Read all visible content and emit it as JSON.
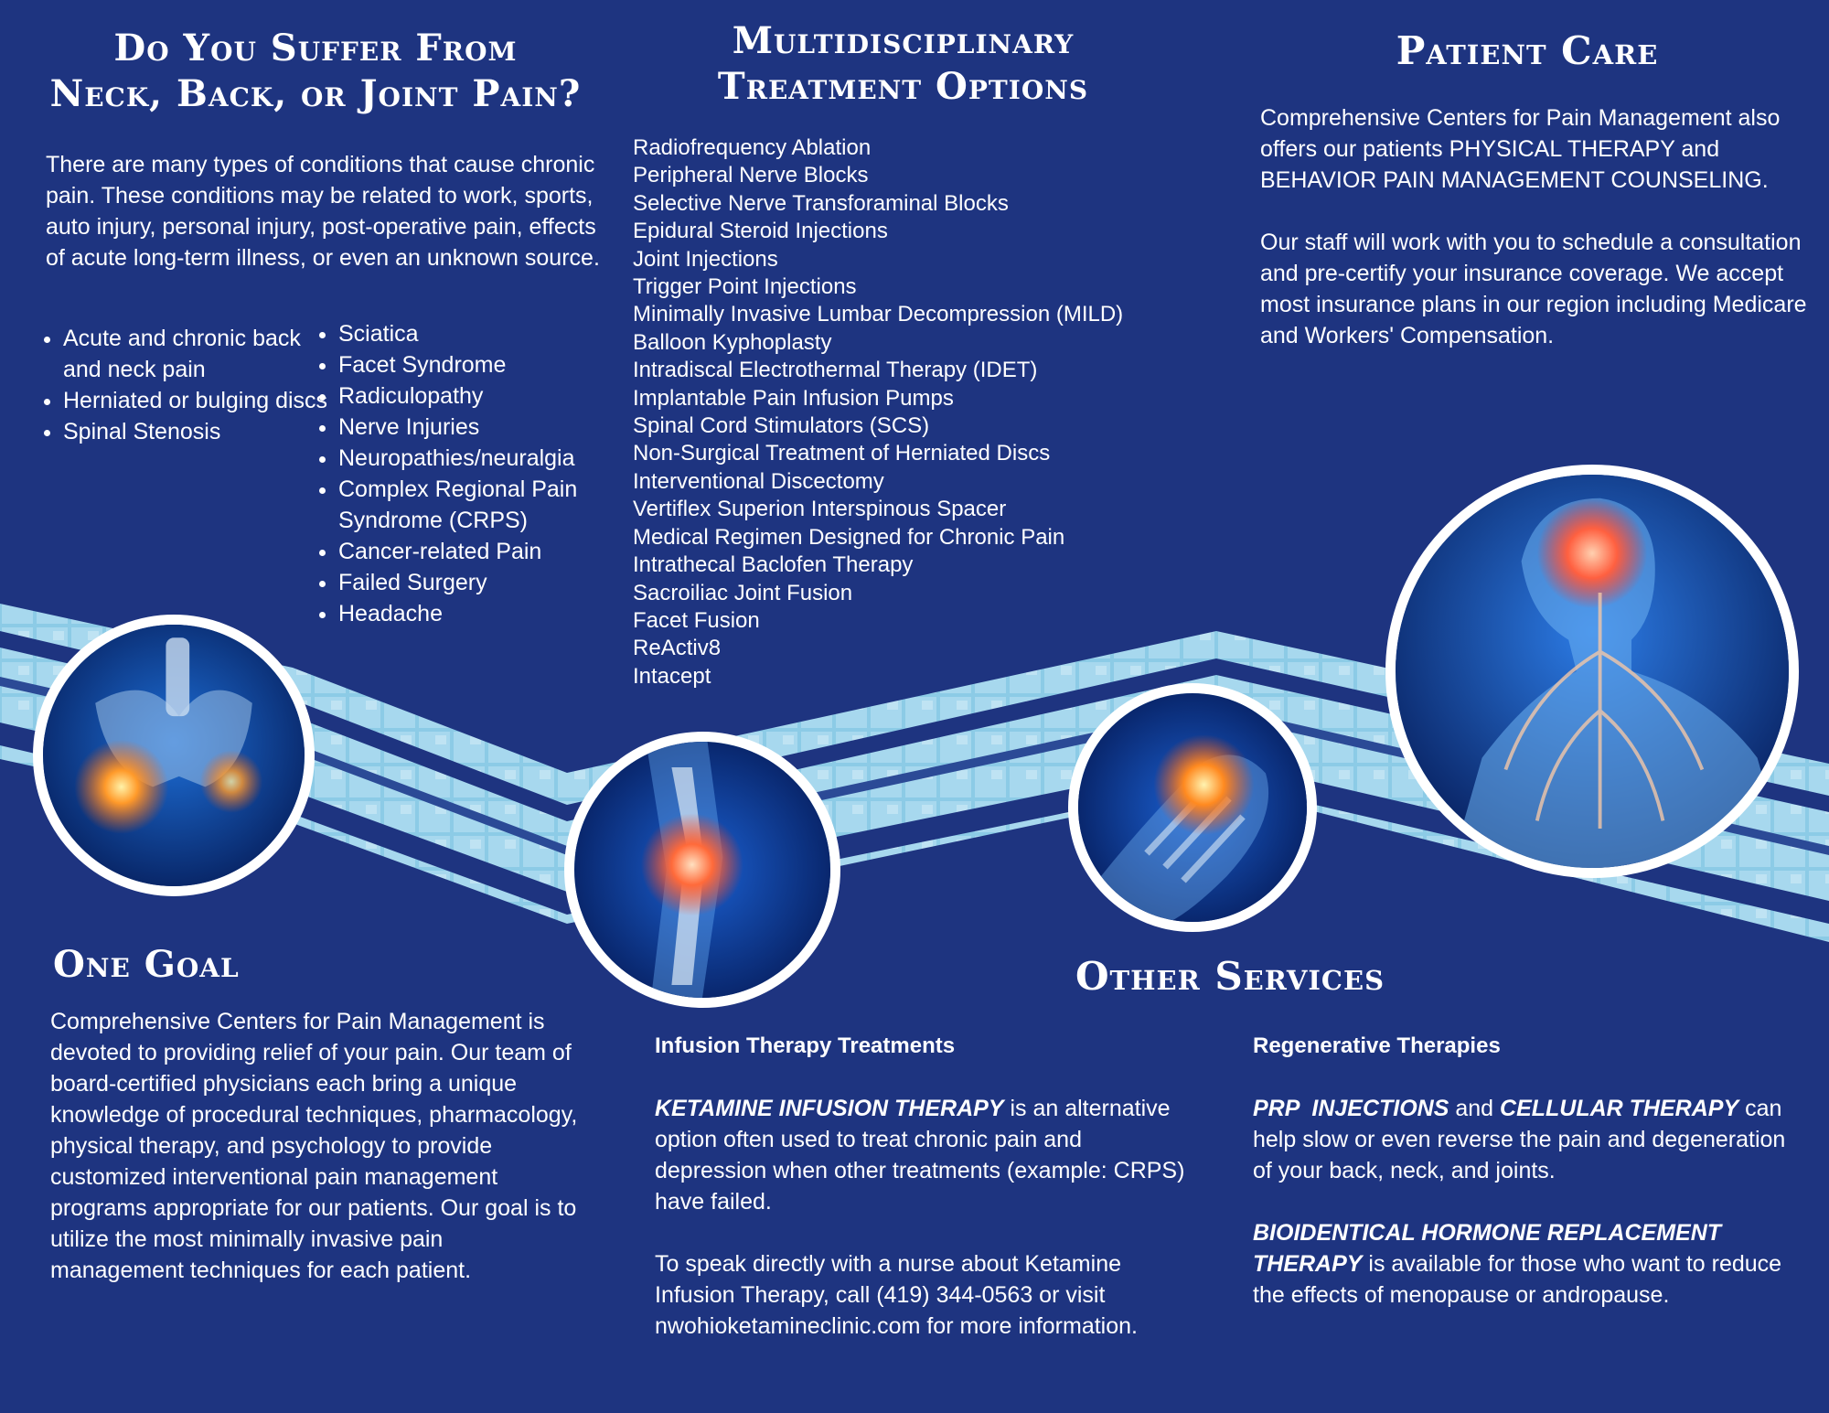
{
  "colors": {
    "background": "#1e3480",
    "band_light": "#9fd3ea",
    "band_deep": "#5bb8de",
    "text": "#ffffff"
  },
  "left": {
    "title_line1": "Do You Suffer From",
    "title_line2": "Neck, Back, or Joint Pain?",
    "intro": "There are many types of conditions that cause chronic pain. These conditions may be related to work, sports, auto injury, personal injury, post-operative pain, effects of acute long-term illness, or even an unknown source.",
    "conditions_col1": [
      "Acute and chronic back and neck pain",
      "Herniated or bulging discs",
      "Spinal Stenosis"
    ],
    "conditions_col2": [
      "Sciatica",
      "Facet Syndrome",
      "Radiculopathy",
      "Nerve Injuries",
      "Neuropathies/neuralgia",
      "Complex Regional Pain Syndrome (CRPS)",
      "Cancer-related Pain",
      "Failed Surgery",
      "Headache"
    ],
    "goal_title": "One Goal",
    "goal_text": "Comprehensive Centers for Pain Management is devoted to providing relief of your pain. Our team of board-certified physicians each bring a unique knowledge of procedural techniques, pharmacology, physical therapy, and psychology to provide customized interventional pain management programs appropriate for our patients. Our goal is to utilize the most minimally invasive pain management techniques for each patient."
  },
  "middle": {
    "title_line1": "Multidisciplinary",
    "title_line2": "Treatment Options",
    "treatments": [
      "Radiofrequency Ablation",
      "Peripheral Nerve Blocks",
      "Selective Nerve Transforaminal Blocks",
      "Epidural Steroid Injections",
      "Joint Injections",
      "Trigger Point Injections",
      "Minimally Invasive Lumbar Decompression (MILD)",
      "Balloon Kyphoplasty",
      "Intradiscal Electrothermal Therapy (IDET)",
      "Implantable Pain Infusion Pumps",
      "Spinal Cord Stimulators (SCS)",
      "Non-Surgical Treatment of Herniated Discs",
      "Interventional Discectomy",
      "Vertiflex Superion Interspinous Spacer",
      "Medical Regimen Designed for Chronic Pain",
      "Intrathecal Baclofen Therapy",
      "Sacroiliac Joint Fusion",
      "Facet Fusion",
      "ReActiv8",
      "Intacept"
    ]
  },
  "right": {
    "title": "Patient Care",
    "para1": "Comprehensive Centers for Pain Management also offers our patients PHYSICAL THERAPY and BEHAVIOR PAIN MANAGEMENT COUNSELING.",
    "para2": "Our staff will work with you to schedule a consultation and pre-certify your insurance coverage. We accept most insurance plans in our region including Medicare and Workers' Compensation."
  },
  "services": {
    "title": "Other Services",
    "infusion": {
      "heading": "Infusion Therapy Treatments",
      "ketamine_label": "KETAMINE INFUSION THERAPY",
      "ketamine_text": " is an alternative option often used to treat chronic pain and depression when other treatments (example: CRPS) have failed.",
      "contact_text": "To speak directly with a nurse about Ketamine Infusion Therapy, call (419) 344-0563 or visit nwohioketamineclinic.com for more information."
    },
    "regenerative": {
      "heading": "Regenerative Therapies",
      "prp_label": "PRP  INJECTIONS",
      "and_text": " and ",
      "cellular_label": "CELLULAR THERAPY",
      "prp_text": " can help slow or even reverse the pain and degeneration of your back, neck, and joints.",
      "hormone_label": "BIOIDENTICAL HORMONE REPLACEMENT THERAPY",
      "hormone_text": " is available for those who want to reduce the effects of menopause or andropause."
    }
  },
  "images": {
    "hip": "hip-pain-xray-icon",
    "knee": "knee-pain-xray-icon",
    "hand": "hand-wrist-pain-xray-icon",
    "nervous": "brain-nervous-system-icon"
  }
}
